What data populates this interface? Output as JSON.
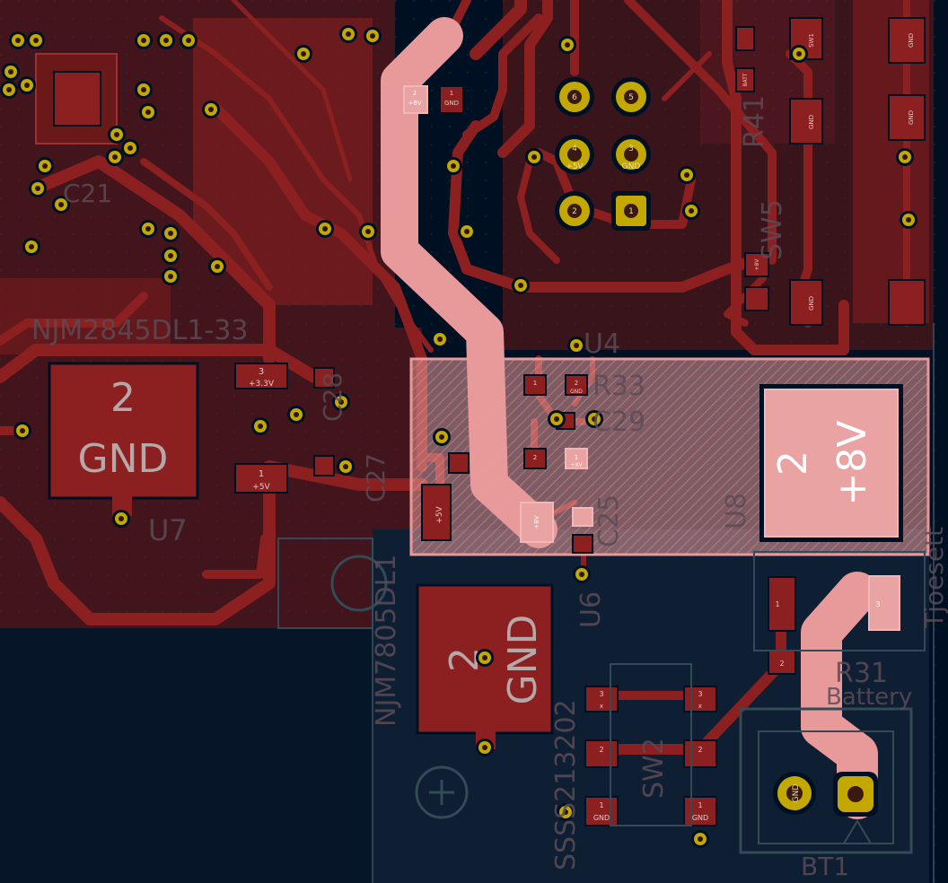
{
  "view": {
    "background": "#001023",
    "copper": "#8c1f1f",
    "copper_dark": "#6a1818",
    "selected": "#e89a9a",
    "pad_gold": "#c2a800",
    "silk": "#334a57"
  },
  "refdes": {
    "njm2845": "NJM2845DL1-33",
    "njm7805": "NJM7805DL1",
    "u7": "U7",
    "u6": "U6",
    "u8": "U8",
    "u4": "U4",
    "r33": "R33",
    "r41": "R41",
    "r31": "R31",
    "c29": "C29",
    "c25": "C25",
    "c28": "C28",
    "c27": "C27",
    "c21": "C21",
    "sw5": "SW5",
    "sw2": "SW2",
    "bt1": "BT1",
    "sssc": "SSSS213202",
    "battery": "Battery",
    "tjoesett": "Tjoesett"
  },
  "pads": {
    "u7_tab_num": "2",
    "u7_tab_net": "GND",
    "u6_tab_num": "2",
    "u6_tab_net": "GND",
    "u8_tab_num": "2",
    "u8_tab_net": "+8V",
    "p3": "3",
    "p3_net": "+3.3V",
    "p1": "1",
    "p1_net": "+5V",
    "top_pad_num": "2",
    "top_pad_net": "+8V",
    "top_pad2_num": "1",
    "top_pad2_net": "GND",
    "hdr_6": "6",
    "hdr_5": "5",
    "hdr_4": "4",
    "hdr_4_net": "+5V",
    "hdr_3": "3",
    "hdr_3_net": "GND",
    "hdr_2": "2",
    "hdr_1": "1",
    "r_batt": "BATT",
    "r_gnd": "GND",
    "c_num2": "2",
    "c_num1": "1",
    "c_net_8v": "+8V",
    "u_5v": "+5V",
    "sw_x": "x",
    "sw_gnd": "GND",
    "sw1": "SW1",
    "bt_gnd": "GND"
  }
}
